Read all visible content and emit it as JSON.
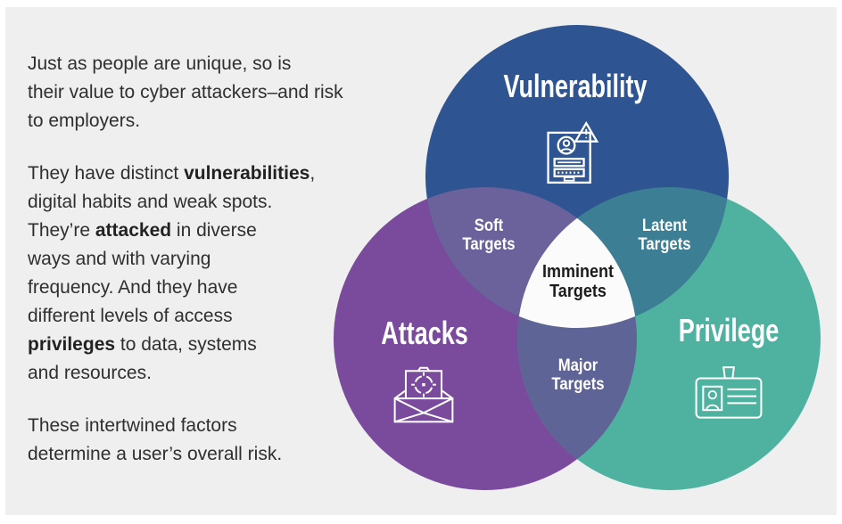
{
  "panel": {
    "background": "#efefef",
    "page_background": "#ffffff"
  },
  "intro": {
    "text_color": "#2f2f2f",
    "paragraphs": [
      {
        "lines": [
          [
            {
              "t": "Just as people are unique, so is"
            }
          ],
          [
            {
              "t": "their value to cyber attackers–and risk"
            }
          ],
          [
            {
              "t": "to employers."
            }
          ]
        ]
      },
      {
        "lines": [
          [
            {
              "t": "They have distinct "
            },
            {
              "t": "vulnerabilities",
              "b": true
            },
            {
              "t": ","
            }
          ],
          [
            {
              "t": "digital habits and weak spots."
            }
          ],
          [
            {
              "t": "They’re "
            },
            {
              "t": "attacked",
              "b": true
            },
            {
              "t": " in diverse"
            }
          ],
          [
            {
              "t": "ways and with varying"
            }
          ],
          [
            {
              "t": "frequency. And they have"
            }
          ],
          [
            {
              "t": "different levels of access"
            }
          ],
          [
            {
              "t": "privileges",
              "b": true
            },
            {
              "t": " to data, systems"
            }
          ],
          [
            {
              "t": "and resources."
            }
          ]
        ]
      },
      {
        "lines": [
          [
            {
              "t": "These intertwined factors"
            }
          ],
          [
            {
              "t": "determine a user’s overall risk."
            }
          ]
        ]
      }
    ]
  },
  "venn": {
    "circles": [
      {
        "id": "vulnerability",
        "label": "Vulnerability",
        "color": "#2e5591",
        "icon": "login-form-warning-icon"
      },
      {
        "id": "attacks",
        "label": "Attacks",
        "color": "#7a4a9d",
        "icon": "envelope-target-icon"
      },
      {
        "id": "privilege",
        "label": "Privilege",
        "color": "#4fb2a0",
        "icon": "id-badge-icon"
      }
    ],
    "intersections": [
      {
        "id": "soft",
        "line1": "Soft",
        "line2": "Targets",
        "color": "#6b619b",
        "between": "vulnerability+attacks"
      },
      {
        "id": "latent",
        "line1": "Latent",
        "line2": "Targets",
        "color": "#3c7e93",
        "between": "vulnerability+privilege"
      },
      {
        "id": "major",
        "line1": "Major",
        "line2": "Targets",
        "color": "#5e6495",
        "between": "attacks+privilege"
      },
      {
        "id": "imminent",
        "line1": "Imminent",
        "line2": "Targets",
        "color": "#fbfbfb",
        "text_color": "#1c1c1c",
        "between": "all-three"
      }
    ]
  }
}
